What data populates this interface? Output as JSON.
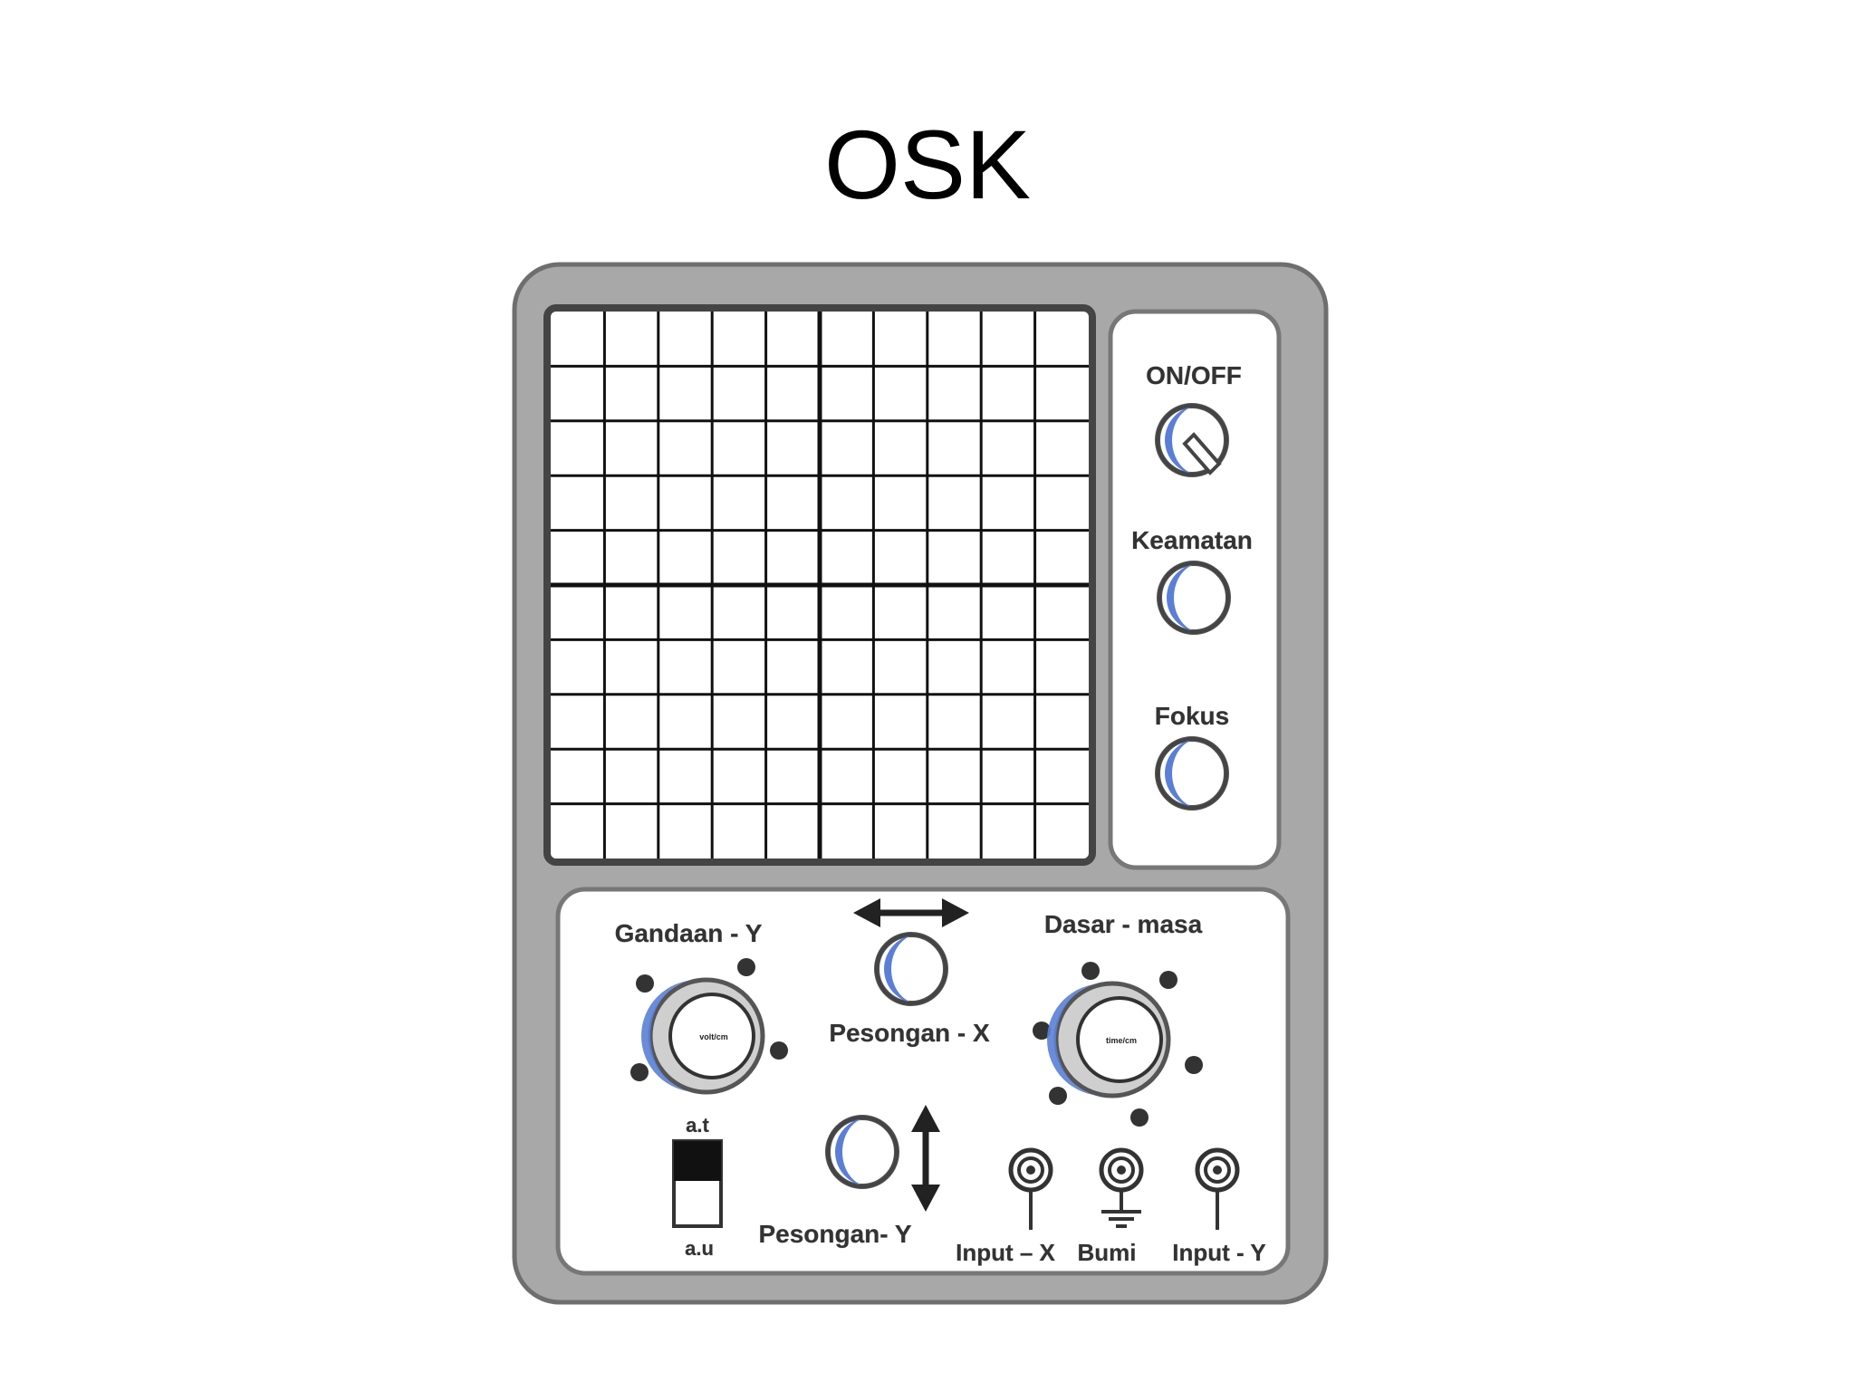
{
  "title": "OSK",
  "side_panel": {
    "power_label": "ON/OFF",
    "brightness_label": "Keamatan",
    "focus_label": "Fokus"
  },
  "bottom_panel": {
    "y_gain_label": "Gandaan - Y",
    "y_gain_knob_text": "volt/cm",
    "x_shift_label": "Pesongan - X",
    "timebase_label": "Dasar - masa",
    "timebase_knob_text": "time/cm",
    "switch_top_label": "a.t",
    "switch_bottom_label": "a.u",
    "y_shift_label": "Pesongan- Y",
    "x_input_label": "Input – X",
    "earth_label": "Bumi",
    "y_input_label": "Input - Y"
  },
  "colors": {
    "casing": "#a8a8a8",
    "casing_edge": "#6e6e6e",
    "panel": "#ffffff",
    "knob_accent": "#5b7fd6",
    "grid": "#111111"
  },
  "icons": {
    "power": "power-switch-knob-icon",
    "horizontal_arrows": "left-right-arrow-icon",
    "vertical_arrows": "up-down-arrow-icon",
    "earth": "ground-icon"
  }
}
